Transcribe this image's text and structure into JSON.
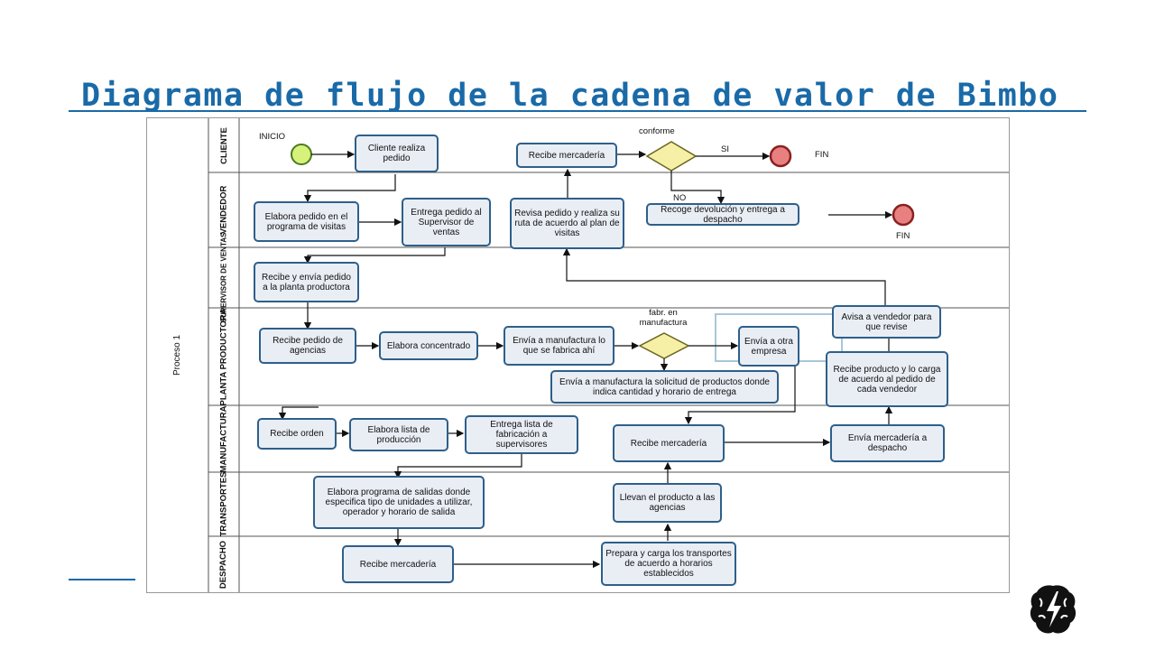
{
  "slide": {
    "title": "Diagrama de flujo de la cadena de valor de Bimbo",
    "accent_color": "#1a6aa8"
  },
  "diagram": {
    "pool_label": "Proceso 1",
    "lanes": [
      "CLIENTE",
      "VENDEDOR",
      "SUPERVISOR DE VENTAS",
      "PLANTA PRODUCTORA",
      "MANUFACTURA",
      "TRANSPORTES",
      "DESPACHO"
    ],
    "events": {
      "start": "INICIO",
      "end_1": "FIN",
      "end_2": "FIN"
    },
    "gateways": {
      "conforme": "conforme",
      "conforme_yes": "SI",
      "conforme_no": "NO",
      "fabr": "fabr. en manufactura"
    },
    "tasks": {
      "cliente_realiza_pedido": "Cliente realiza pedido",
      "recibe_mercaderia_cliente": "Recibe mercadería",
      "elabora_pedido": "Elabora pedido en el programa de visitas",
      "entrega_pedido": "Entrega pedido al Supervisor de ventas",
      "revisa_pedido": "Revisa pedido y realiza su ruta de acuerdo al plan de visitas",
      "recoge_devolucion": "Recoge devolución y entrega a despacho",
      "recibe_envia_pedido": "Recibe y envía pedido a la planta productora",
      "recibe_pedido_agencias": "Recibe pedido de agencias",
      "elabora_concentrado": "Elabora concentrado",
      "envia_manufactura": "Envía a manufactura lo que se fabrica ahí",
      "envia_otra_empresa": "Envía a otra empresa",
      "avisa_vendedor": "Avisa a vendedor para que revise",
      "envia_solicitud": "Envía a manufactura la solicitud de productos donde indica cantidad y horario de entrega",
      "recibe_producto_carga": "Recibe producto y lo carga de acuerdo al pedido de cada vendedor",
      "recibe_orden": "Recibe orden",
      "elabora_lista": "Elabora lista de producción",
      "entrega_lista": "Entrega lista de fabricación a supervisores",
      "recibe_mercaderia_manuf": "Recibe mercadería",
      "envia_mercaderia_despacho": "Envía mercadería a despacho",
      "elabora_programa_salidas": "Elabora programa de salidas donde especifica tipo de unidades a utilizar, operador y horario de salida",
      "llevan_producto": "Llevan el producto a las agencias",
      "recibe_mercaderia_despacho": "Recibe mercadería",
      "prepara_carga": "Prepara y carga los transportes de acuerdo a horarios establecidos"
    },
    "colors": {
      "task_border": "#2e5f8a",
      "task_fill": "#e9eef5",
      "start_fill": "#d7f27a",
      "end_fill": "#e88080",
      "gateway_fill": "#f6f0a6"
    }
  },
  "logo": {
    "icon": "brain-lightning-icon"
  }
}
